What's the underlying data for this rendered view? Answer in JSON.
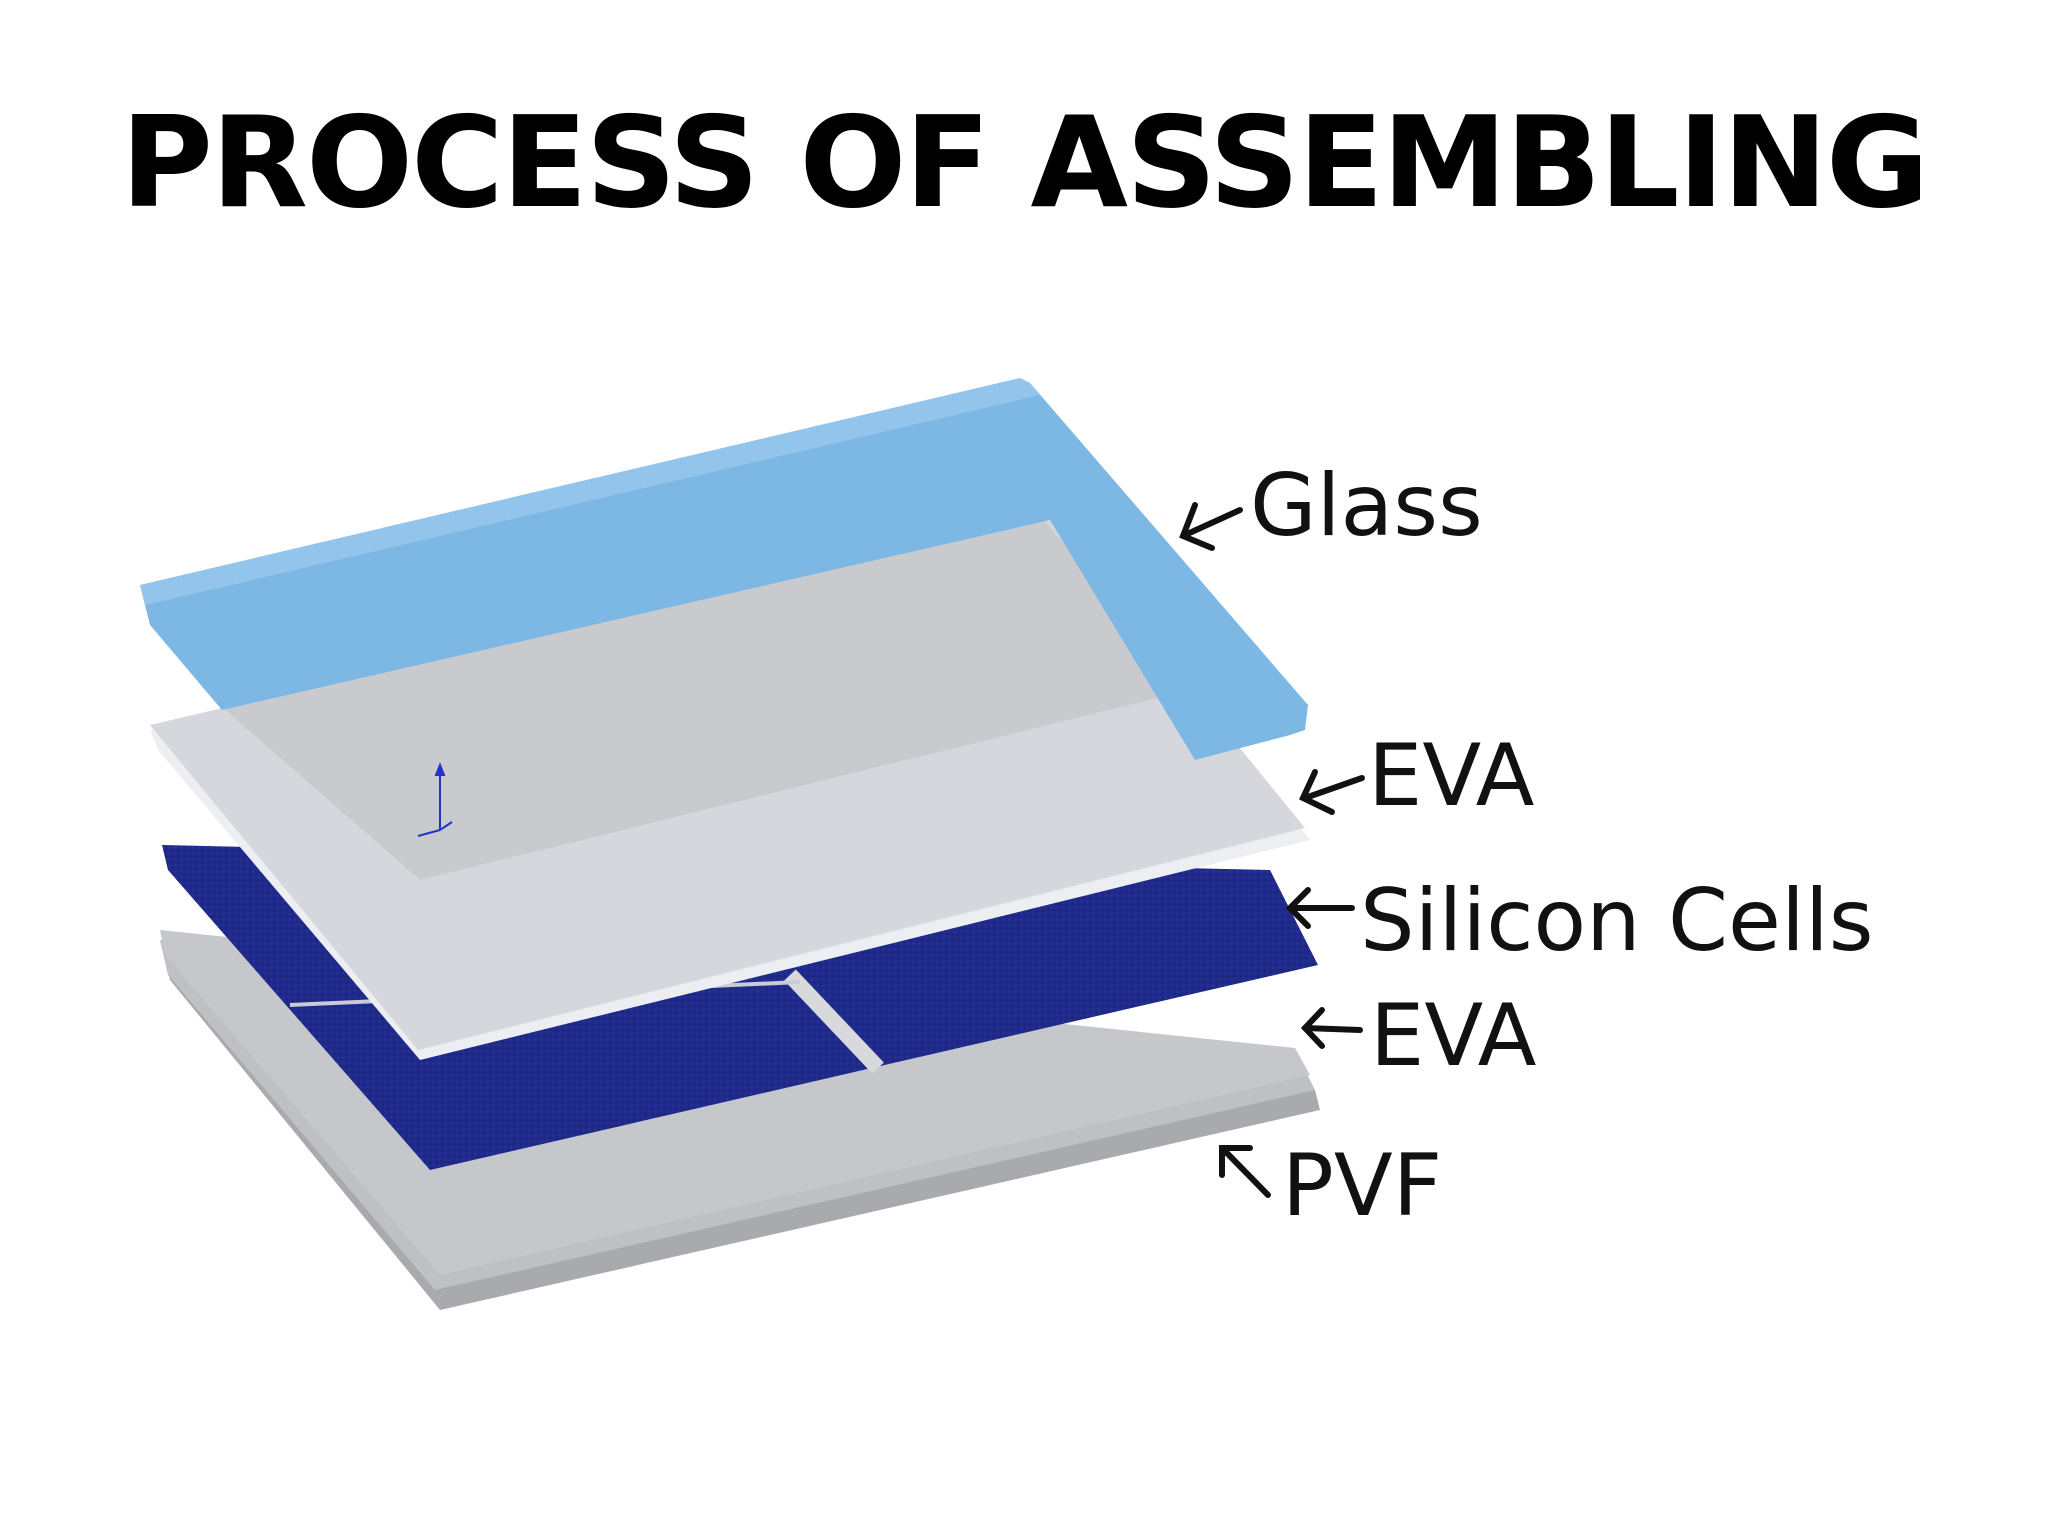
{
  "title": "PROCESS OF ASSEMBLING",
  "layers": [
    {
      "id": "glass",
      "label": "Glass",
      "color": "#7db8e5"
    },
    {
      "id": "eva-top",
      "label": "EVA",
      "color": "#d6d7dc"
    },
    {
      "id": "silicon-cells",
      "label": "Silicon Cells",
      "color": "#1f2a8a"
    },
    {
      "id": "eva-bottom",
      "label": "EVA",
      "color": "#c6c7cb"
    },
    {
      "id": "pvf",
      "label": "PVF",
      "color": "#a9aaae"
    }
  ],
  "arrow_glyphs": [
    "←",
    "←",
    "←",
    "←",
    "↖"
  ]
}
